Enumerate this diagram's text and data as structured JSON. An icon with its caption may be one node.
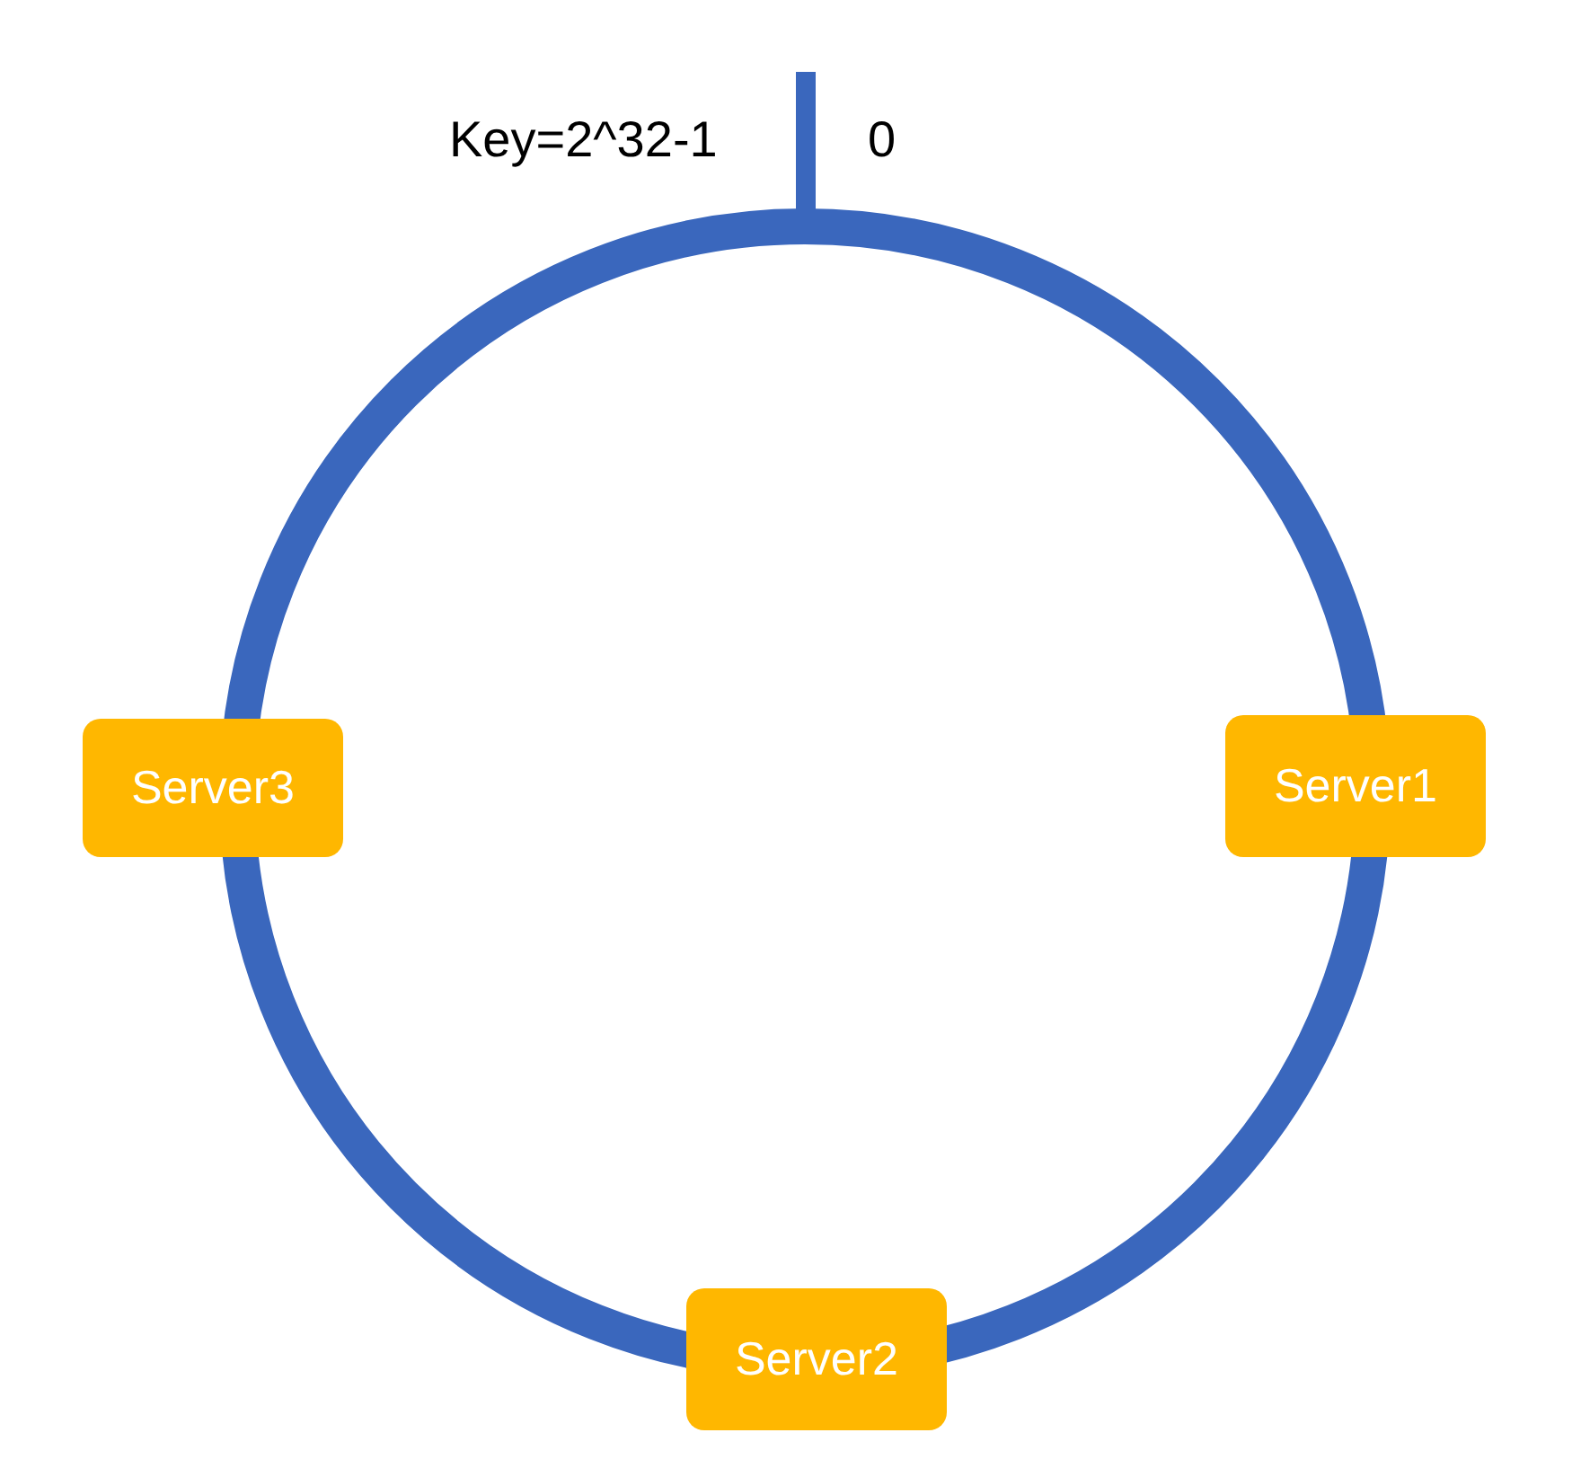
{
  "diagram": {
    "nodes": [
      {
        "text": [
          "Server3"
        ]
      },
      {
        "text": [
          "Server1"
        ]
      },
      {
        "text": [
          "Server2"
        ]
      }
    ],
    "labels": [
      "Key=2^32-1",
      "0"
    ]
  }
}
